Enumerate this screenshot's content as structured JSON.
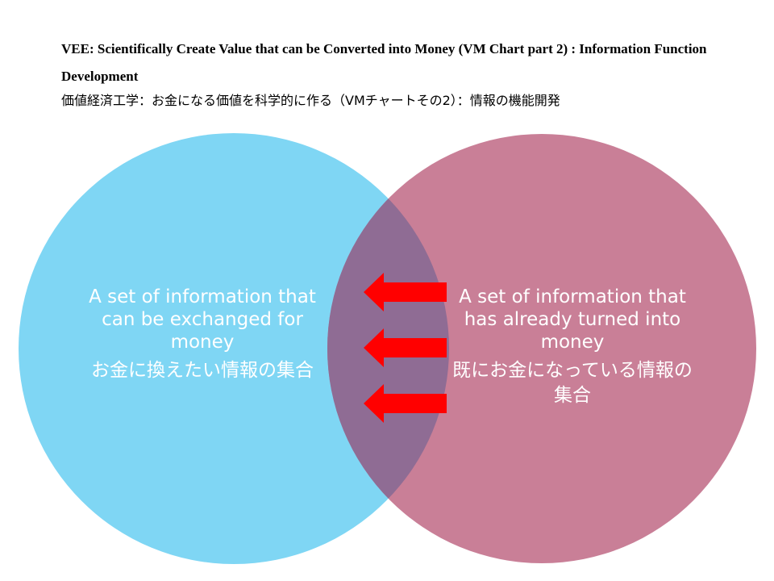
{
  "title": {
    "english": "VEE: Scientifically Create Value that can be Converted into Money (VM Chart part 2) : Information Function Development",
    "japanese": "価値経済工学：お金になる価値を科学的に作る（VMチャートその2）：情報の機能開発"
  },
  "venn": {
    "left_circle": {
      "label_en": "A set of information that can be exchanged for money",
      "label_ja": "お金に換えたい情報の集合",
      "color": "#7fd6f4"
    },
    "right_circle": {
      "label_en": "A set of information that has already turned into money",
      "label_ja": "既にお金になっている情報の集合",
      "color": "#c97f97"
    },
    "overlap_color": "#8f6c94",
    "arrow_color": "#ff0000",
    "arrow_direction": "left",
    "arrow_count": 3
  }
}
